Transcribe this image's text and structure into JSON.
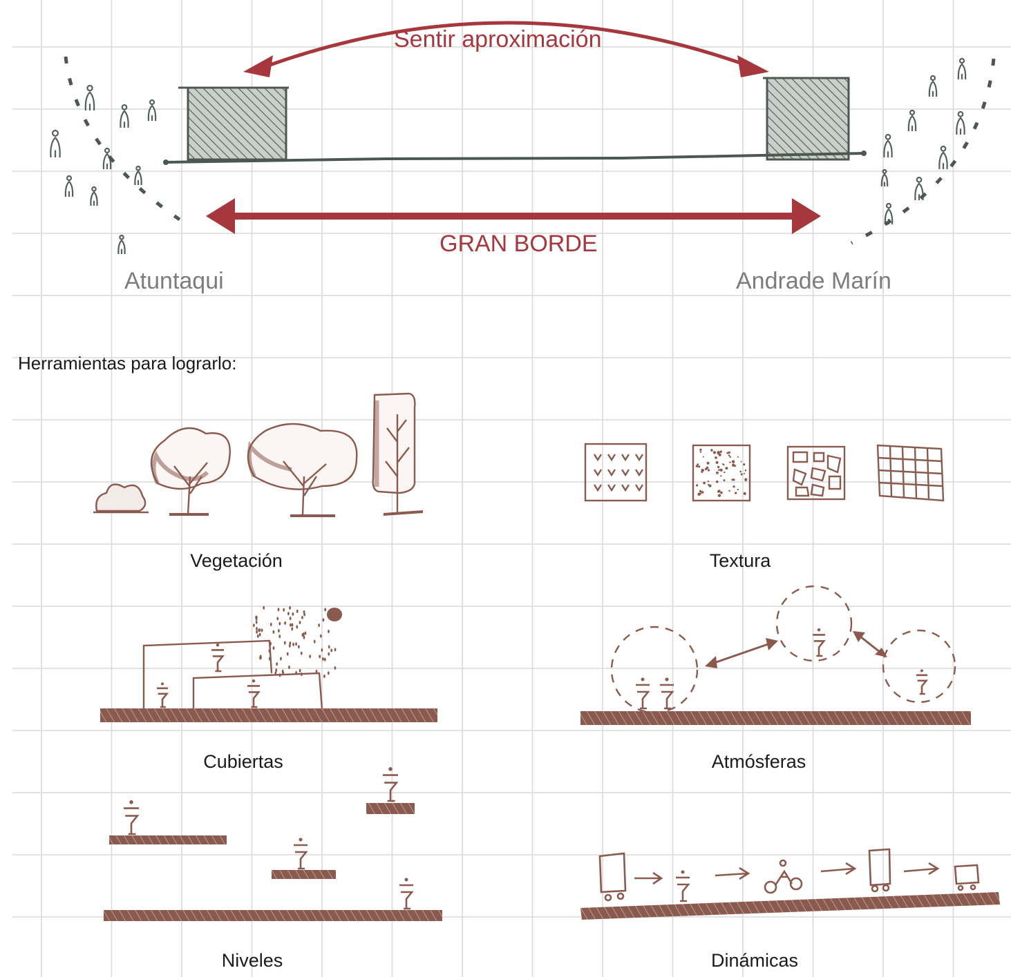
{
  "diagram": {
    "arc_label": "Sentir aproximación",
    "border_label": "GRAN BORDE",
    "left_town": "Atuntaqui",
    "right_town": "Andrade Marín",
    "tools_heading": "Herramientas para lograrlo:",
    "tools": [
      {
        "label": "Vegetación",
        "icon": "vegetation-sketch"
      },
      {
        "label": "Textura",
        "icon": "texture-sketch"
      },
      {
        "label": "Cubiertas",
        "icon": "roof-sketch"
      },
      {
        "label": "Atmósferas",
        "icon": "atmosphere-sketch"
      },
      {
        "label": "Niveles",
        "icon": "levels-sketch"
      },
      {
        "label": "Dinámicas",
        "icon": "dynamics-sketch"
      }
    ]
  },
  "colors": {
    "accent_red": "#a6373c",
    "sketch_brown": "#8b5a4e",
    "building_grey": "#56605b",
    "grid": "#d9d9d9",
    "town_label_grey": "#7c7c7c"
  }
}
